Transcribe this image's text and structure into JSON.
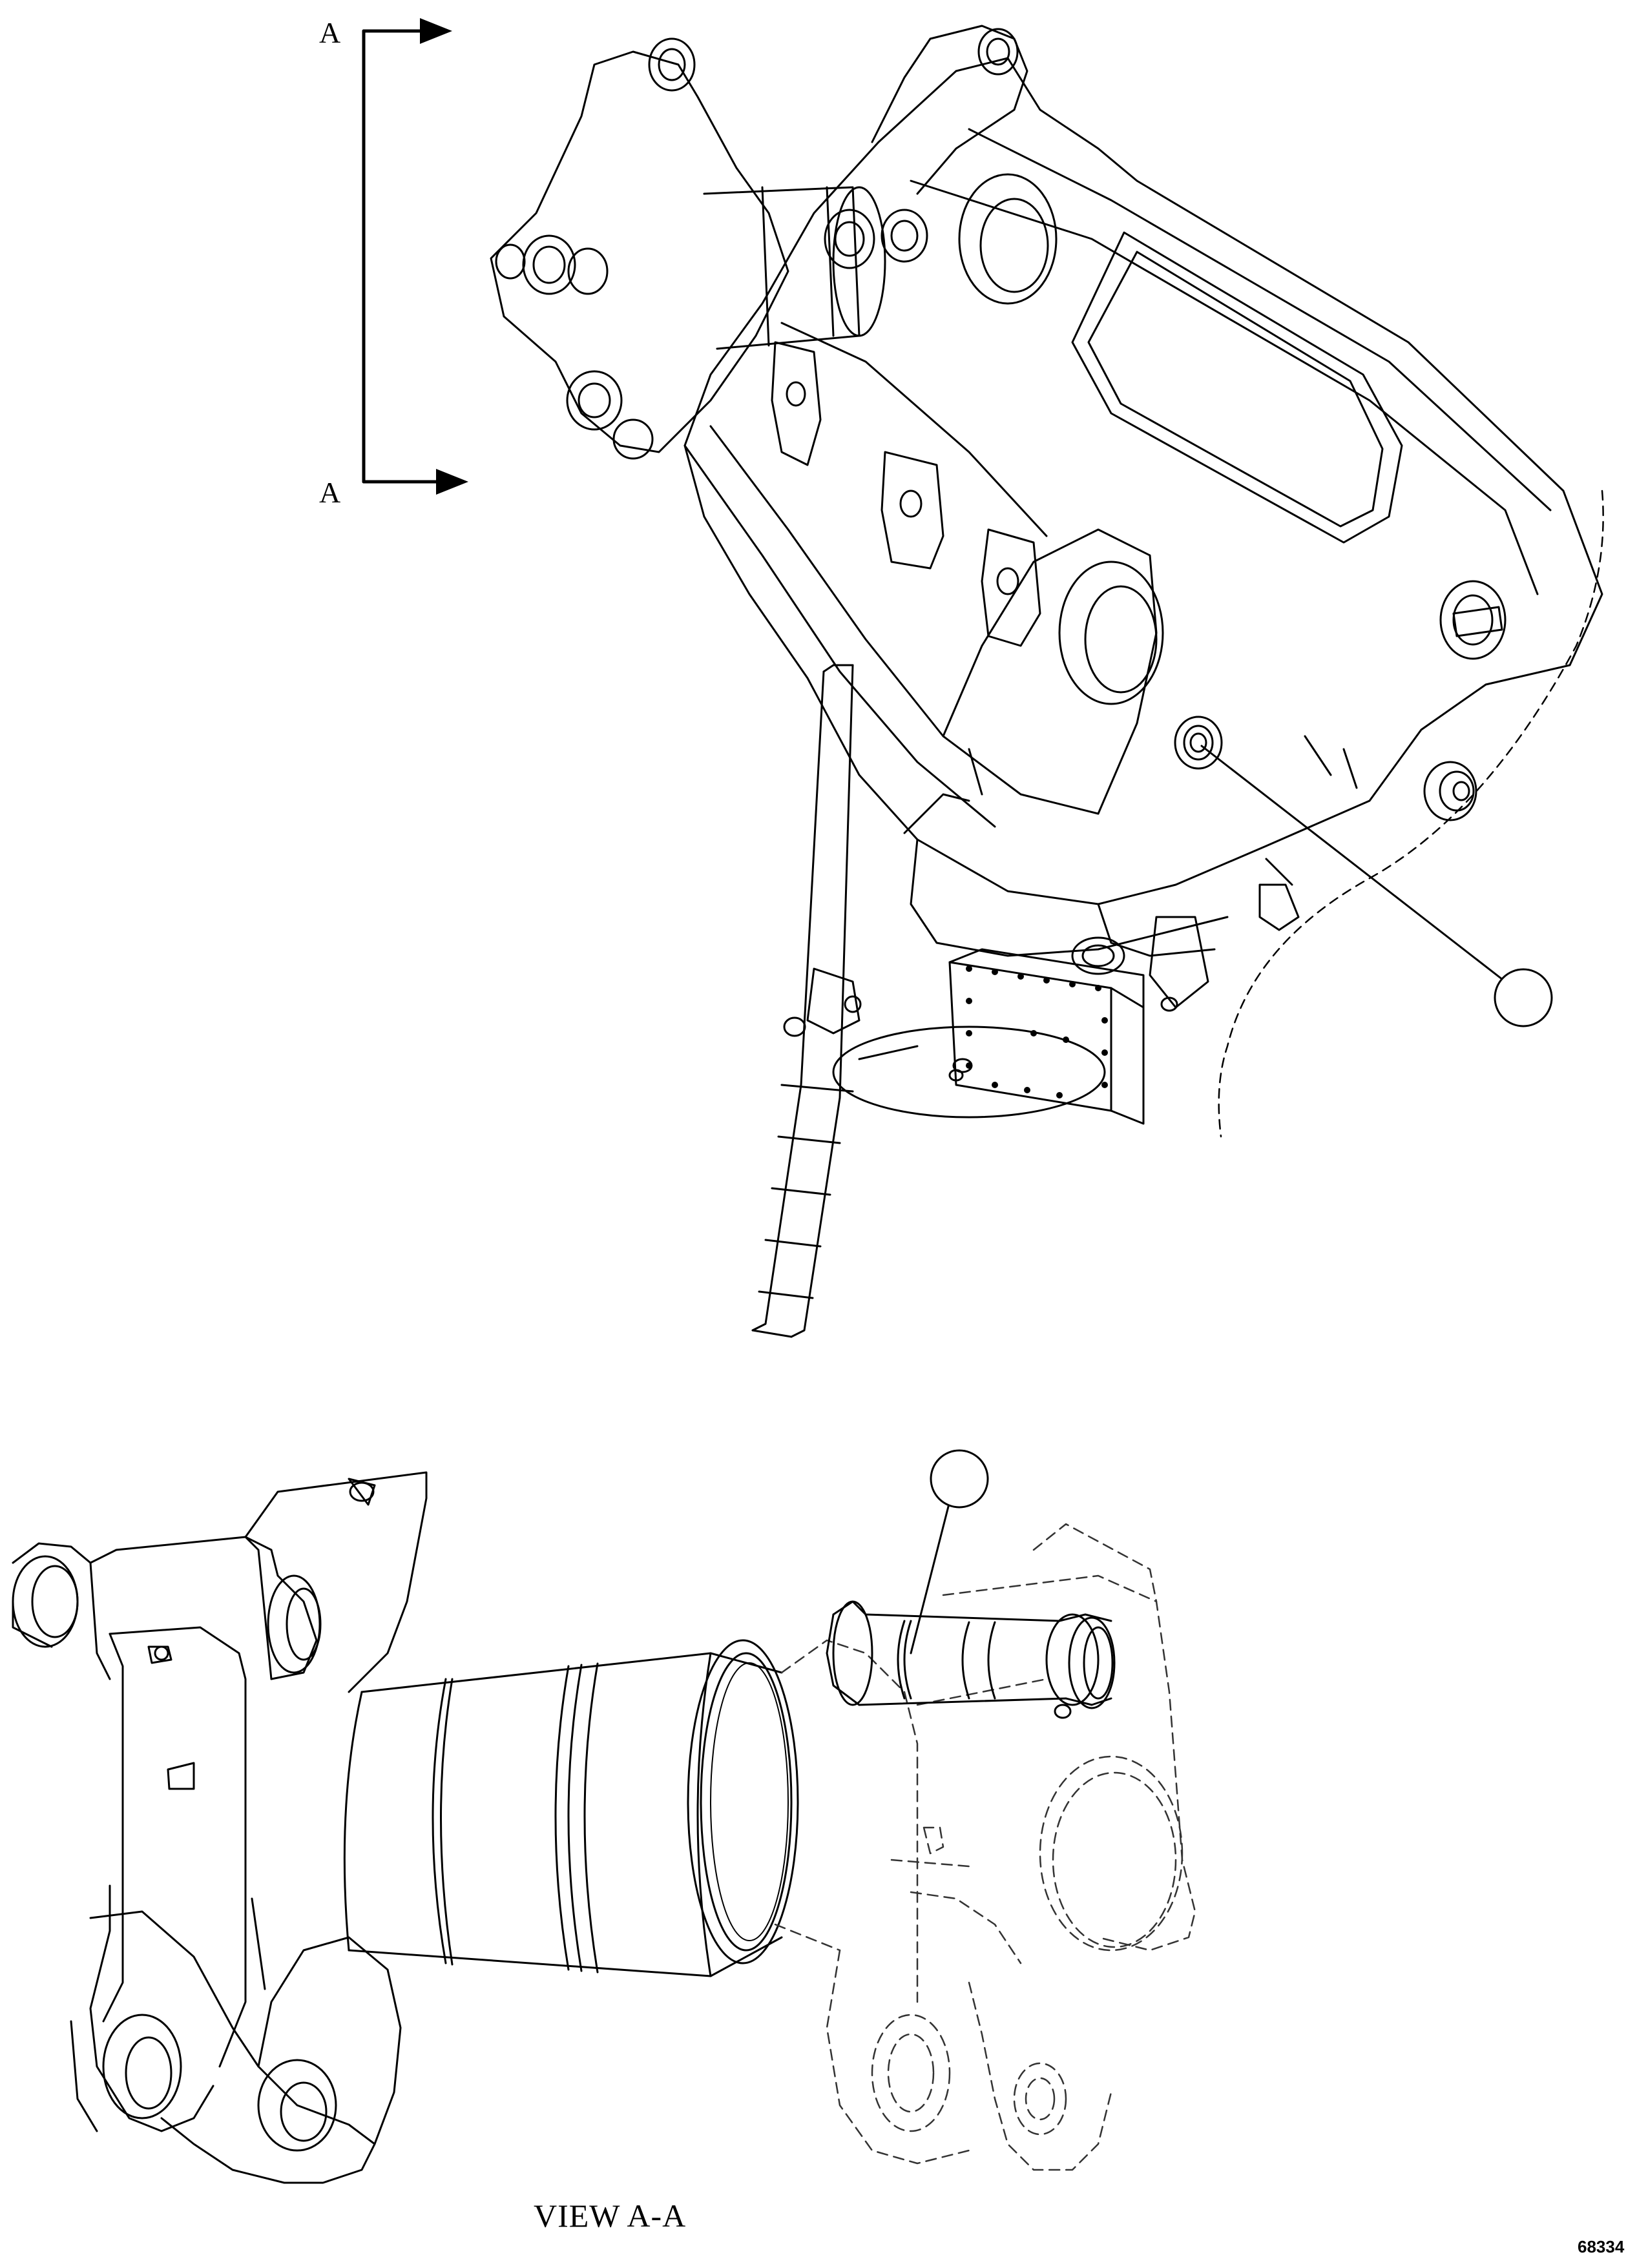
{
  "section": {
    "letter_top": "A",
    "letter_bottom": "A"
  },
  "view_title": "VIEW A-A",
  "figure_number": "68334",
  "callouts": [
    {
      "id": "callout-top",
      "label": ""
    },
    {
      "id": "callout-bottom",
      "label": ""
    }
  ],
  "colors": {
    "line": "#000000",
    "background": "#ffffff",
    "phantom": "#333333"
  }
}
